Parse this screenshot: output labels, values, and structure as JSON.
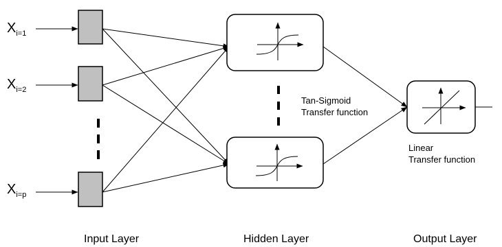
{
  "inputs": [
    {
      "symbol": "X",
      "subscript": "i=1"
    },
    {
      "symbol": "X",
      "subscript": "i=2"
    },
    {
      "symbol": "X",
      "subscript": "i=p"
    }
  ],
  "hidden_note": "Tan-Sigmoid\nTransfer function",
  "output_note": "Linear\nTransfer function",
  "layers": {
    "input": "Input Layer",
    "hidden": "Hidden Layer",
    "output": "Output Layer"
  },
  "colors": {
    "input_node_fill": "#c0c0c0",
    "stroke": "#000000",
    "background": "#ffffff"
  }
}
